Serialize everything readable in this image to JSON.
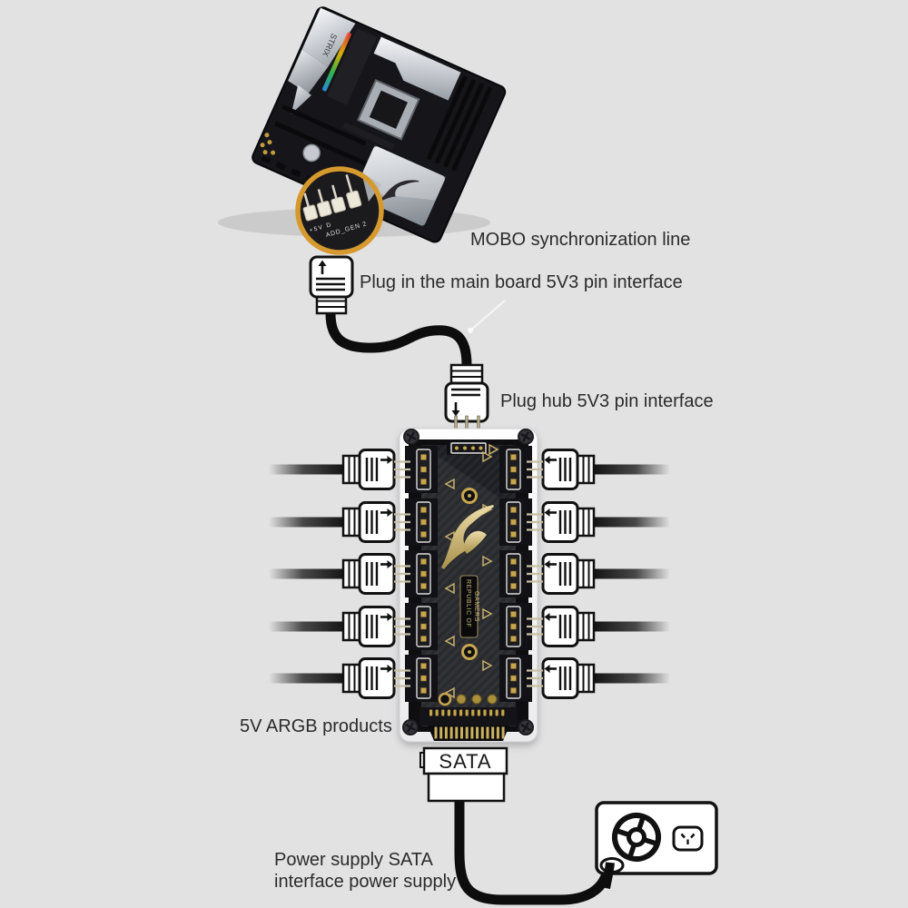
{
  "page": {
    "background_color": "#e2e2e3"
  },
  "labels": {
    "mobo_sync": "MOBO synchronization line",
    "plug_mainboard": "Plug in the main board 5V3 pin interface",
    "plug_hub": "Plug hub 5V3 pin interface",
    "argb_products": "5V ARGB products",
    "sata": "SATA",
    "psu_line1": "Power supply SATA",
    "psu_line2": "interface power supply"
  },
  "motherboard": {
    "shroud_text": "STRIX",
    "magnifier": {
      "pin_label": "+5V D",
      "header_label": "ADD_GEN 2",
      "ring_color": "#d6992e"
    }
  },
  "hub": {
    "brand_line1": "REPUBLIC OF",
    "brand_line2": "GAMERS",
    "gold": "#c7a64d",
    "ports_per_side": 5,
    "ports_y": [
      517,
      575,
      632,
      690,
      747
    ]
  },
  "colors": {
    "cable": "#0d0d0d",
    "outline": "#111111",
    "text": "#2b2b2b",
    "hub_gold_logo": "#d2c08a"
  }
}
